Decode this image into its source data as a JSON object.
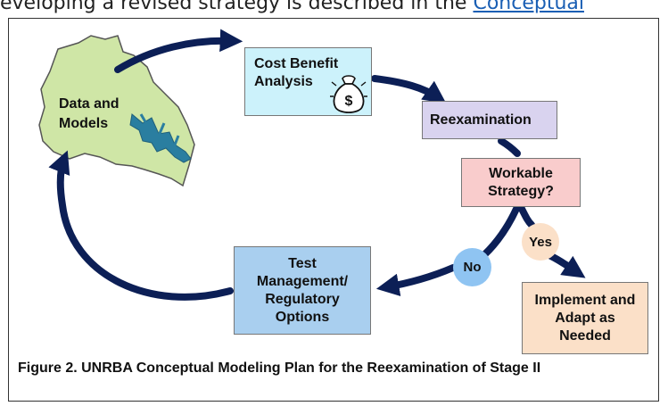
{
  "page": {
    "intro_text": "eveloping a revised strategy is described in the ",
    "intro_link": "Conceptual"
  },
  "diagram": {
    "data_models_label": "Data and Models",
    "cost_benefit_label": "Cost Benefit Analysis",
    "reexamination_label": "Reexamination",
    "workable_strategy_label": "Workable Strategy?",
    "yes_label": "Yes",
    "no_label": "No",
    "test_options_label": "Test Management/ Regulatory Options",
    "implement_label": "Implement and Adapt as Needed",
    "money_symbol": "$",
    "icons": [
      "watershed-map-icon",
      "money-bag-icon"
    ]
  },
  "caption": "Figure 2.  UNRBA Conceptual Modeling Plan for the Reexamination of Stage II",
  "colors": {
    "arrow": "#0c1f56",
    "cost_box": "#ccf2fb",
    "reexam_box": "#d9d3ef",
    "workable_box": "#f9cccc",
    "test_box": "#a9cfef",
    "implement_box": "#fbe0c8",
    "yes_circle": "#fbe0c8",
    "no_circle": "#8fc4f2",
    "watershed": "#cfe6a6",
    "river": "#2a7ea0"
  }
}
